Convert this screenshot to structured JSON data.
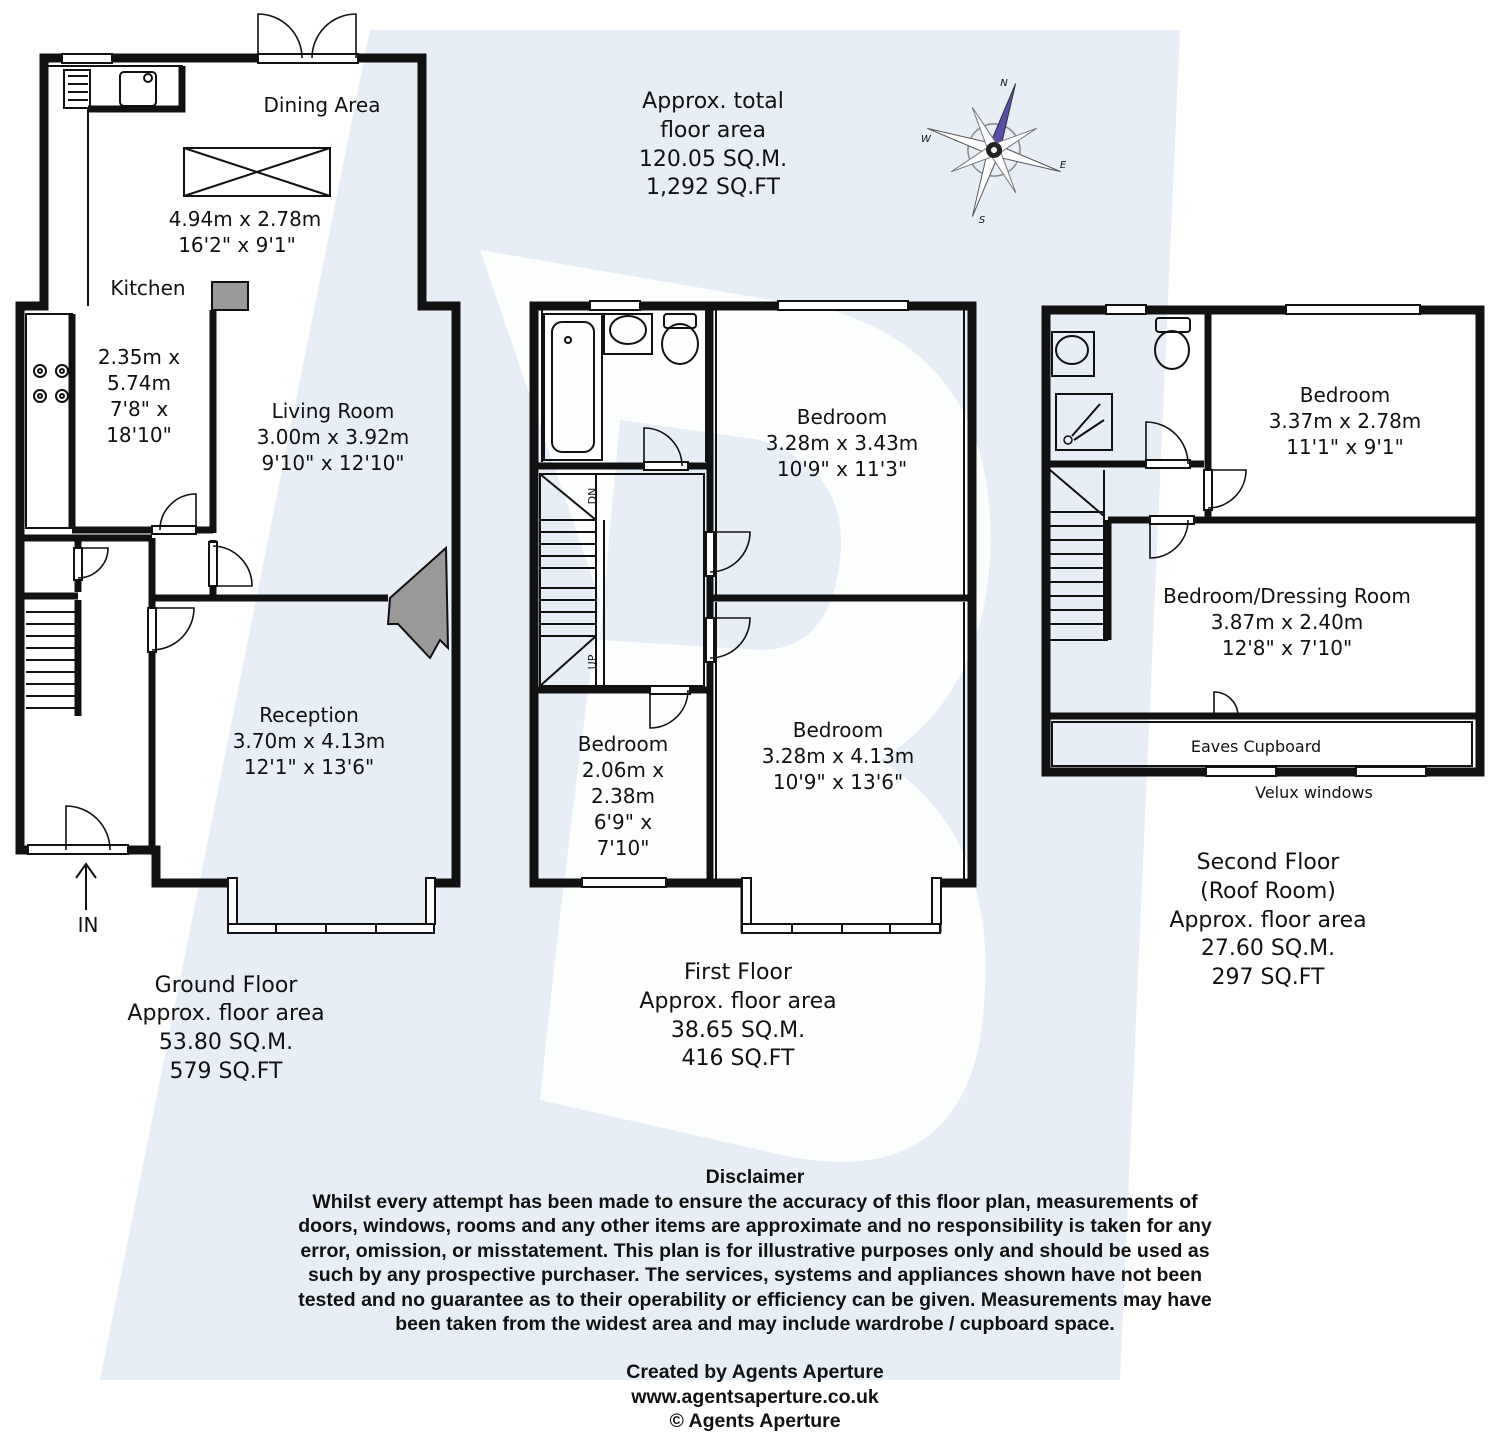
{
  "total_area": {
    "line1": "Approx. total",
    "line2": "floor area",
    "sqm": "120.05 SQ.M.",
    "sqft": "1,292 SQ.FT"
  },
  "compass": {
    "n": "N",
    "s": "S",
    "e": "E",
    "w": "W"
  },
  "ground_floor": {
    "dining": {
      "name": "Dining Area",
      "metric": "4.94m x 2.78m",
      "imperial": "16'2\" x 9'1\""
    },
    "kitchen": {
      "name": "Kitchen",
      "metric_a": "2.35m x",
      "metric_b": "5.74m",
      "imperial_a": "7'8\" x",
      "imperial_b": "18'10\""
    },
    "living": {
      "name": "Living Room",
      "metric": "3.00m x 3.92m",
      "imperial": "9'10\" x 12'10\""
    },
    "reception": {
      "name": "Reception",
      "metric": "3.70m x 4.13m",
      "imperial": "12'1\" x 13'6\""
    },
    "entrance": "IN",
    "caption": {
      "title": "Ground Floor",
      "sub": "Approx. floor area",
      "sqm": "53.80 SQ.M.",
      "sqft": "579 SQ.FT"
    }
  },
  "first_floor": {
    "bed_a": {
      "name": "Bedroom",
      "metric": "3.28m x 3.43m",
      "imperial": "10'9\" x 11'3\""
    },
    "bed_b": {
      "name": "Bedroom",
      "metric": "3.28m x 4.13m",
      "imperial": "10'9\" x 13'6\""
    },
    "bed_c": {
      "name": "Bedroom",
      "metric_a": "2.06m x",
      "metric_b": "2.38m",
      "imperial_a": "6'9\" x",
      "imperial_b": "7'10\""
    },
    "stair_dn": "DN",
    "stair_up": "UP",
    "caption": {
      "title": "First Floor",
      "sub": "Approx. floor area",
      "sqm": "38.65 SQ.M.",
      "sqft": "416 SQ.FT"
    }
  },
  "second_floor": {
    "bed_a": {
      "name": "Bedroom",
      "metric": "3.37m x 2.78m",
      "imperial": "11'1\" x 9'1\""
    },
    "bed_b": {
      "name": "Bedroom/Dressing Room",
      "metric": "3.87m x 2.40m",
      "imperial": "12'8\" x 7'10\""
    },
    "eaves": "Eaves Cupboard",
    "velux": "Velux windows",
    "caption": {
      "title": "Second Floor",
      "sub": "(Roof Room)",
      "area": "Approx. floor area",
      "sqm": "27.60 SQ.M.",
      "sqft": "297 SQ.FT"
    }
  },
  "disclaimer": {
    "title": "Disclaimer",
    "lines": [
      "Whilst every attempt has been made to ensure the accuracy of this floor plan, measurements of",
      "doors, windows, rooms and any other items are approximate and no responsibility is taken for any",
      "error, omission, or misstatement. This plan is for illustrative purposes only and should be used as",
      "such by any prospective purchaser. The services, systems and appliances shown have not been",
      "tested and no guarantee as to their operability or efficiency can be given. Measurements may have",
      "been taken from the widest area and may include wardrobe / cupboard space."
    ]
  },
  "credits": {
    "created": "Created by Agents Aperture",
    "url": "www.agentsaperture.co.uk",
    "copyright": "© Agents Aperture"
  },
  "colors": {
    "watermark": "#e6edf6",
    "compass_needle": "#5a4fa8",
    "fireplace": "#999999"
  }
}
